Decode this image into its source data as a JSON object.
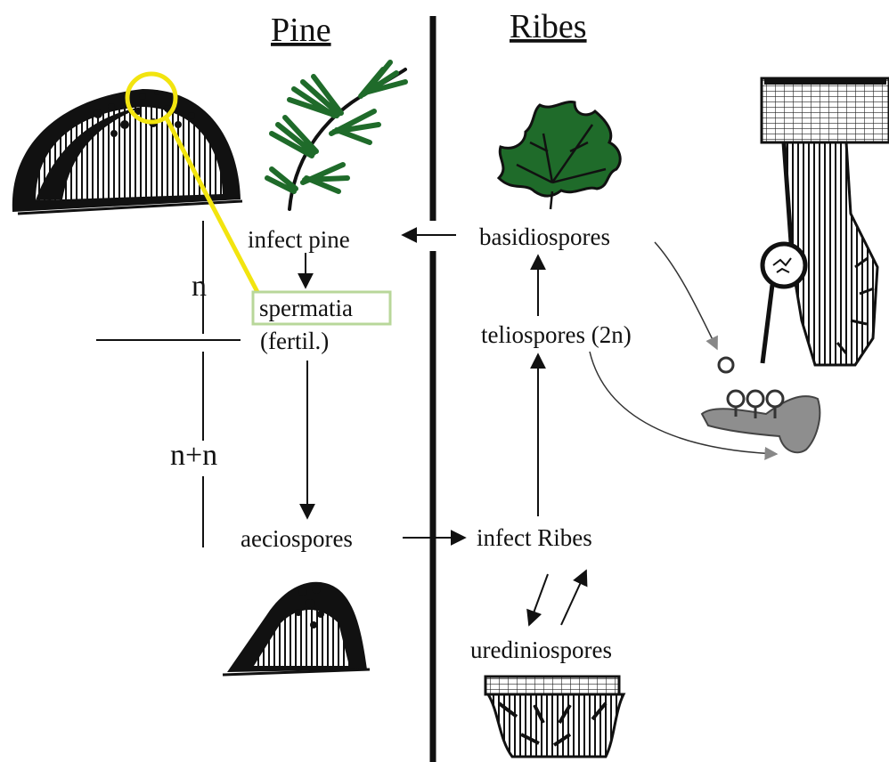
{
  "headings": {
    "left": "Pine",
    "right": "Ribes"
  },
  "stages": {
    "infect_pine": "infect pine",
    "spermatia": "spermatia",
    "fertil": "(fertil.)",
    "aeciospores": "aeciospores",
    "basidiospores": "basidiospores",
    "teliospores": "teliospores (2n)",
    "infect_ribes": "infect Ribes",
    "urediniospores": "urediniospores"
  },
  "ploidy": {
    "haploid": "n",
    "dikaryotic": "n+n"
  },
  "colors": {
    "highlight_yellow": "#f2e40f",
    "box_green": "#b8d79a",
    "leaf_green": "#1f6b2a",
    "ink": "#111111",
    "gray_arrow": "#888888"
  },
  "icons": [
    "spermogonium-illustration",
    "pine-needle-icon",
    "aecium-illustration",
    "ribes-leaf-icon",
    "telia-column-illustration",
    "basidium-illustration",
    "uredinium-illustration"
  ]
}
